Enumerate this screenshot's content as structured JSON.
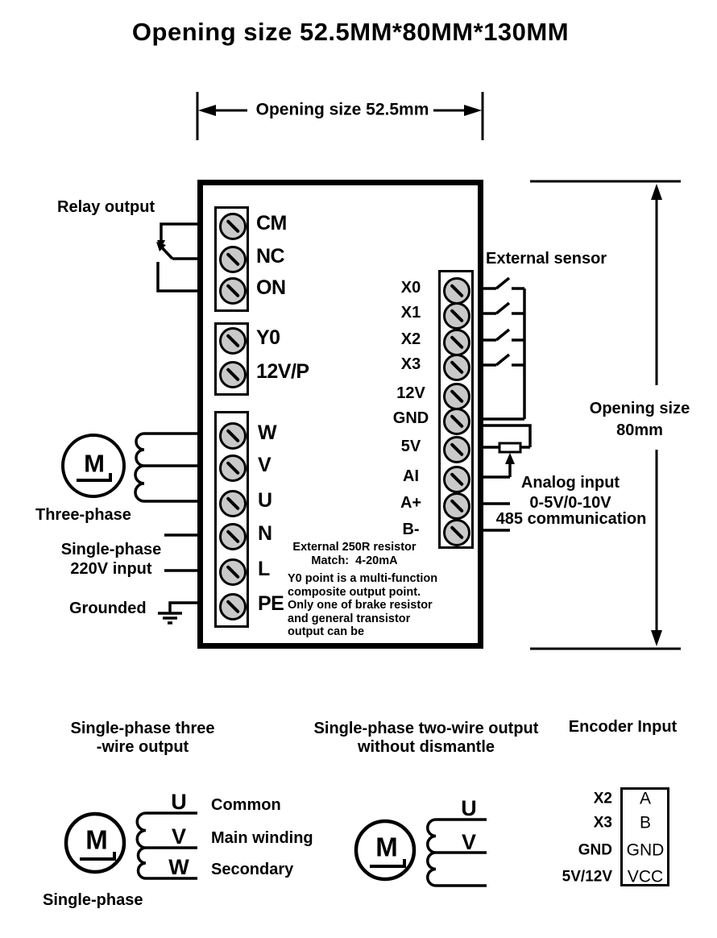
{
  "title": "Opening size 52.5MM*80MM*130MM",
  "dimensions": {
    "width_label": "Opening size 52.5mm",
    "height_label_line1": "Opening size",
    "height_label_line2": "80mm"
  },
  "device": {
    "main_motor": "M",
    "relay_block": {
      "labels": [
        "CM",
        "NC",
        "ON"
      ]
    },
    "output_block": {
      "labels": [
        "Y0",
        "12V/P"
      ]
    },
    "power_block": {
      "labels": [
        "W",
        "V",
        "U",
        "N",
        "L",
        "PE"
      ]
    },
    "io_block": {
      "labels": [
        "X0",
        "X1",
        "X2",
        "X3",
        "12V",
        "GND",
        "5V",
        "AI",
        "A+",
        "B-"
      ]
    },
    "notes": {
      "resistor_line1": "External 250R resistor",
      "resistor_line2": "Match:  4-20mA",
      "y0_line1": "Y0 point is a multi-function",
      "y0_line2": "composite output point.",
      "y0_line3": "Only one of brake resistor",
      "y0_line4": "and general transistor",
      "y0_line5": "output can be"
    }
  },
  "callouts": {
    "relay_output": "Relay output",
    "external_sensor": "External sensor",
    "analog_input_line1": "Analog input",
    "analog_input_line2": "0-5V/0-10V",
    "comm_485": "485 communication",
    "three_phase": "Three-phase",
    "single_phase_line1": "Single-phase",
    "single_phase_line2": "220V input",
    "grounded": "Grounded"
  },
  "bottom_section": {
    "three_wire": {
      "heading_line1": "Single-phase three",
      "heading_line2": "-wire output",
      "motor": "M",
      "terminals": [
        "U",
        "V",
        "W"
      ],
      "descriptions": [
        "Common",
        "Main winding",
        "Secondary"
      ],
      "caption": "Single-phase"
    },
    "two_wire": {
      "heading_line1": "Single-phase two-wire output",
      "heading_line2": "without dismantle",
      "motor": "M",
      "terminals": [
        "U",
        "V"
      ]
    },
    "encoder": {
      "heading": "Encoder Input",
      "rows": [
        {
          "input": "X2",
          "pin": "A"
        },
        {
          "input": "X3",
          "pin": "B"
        },
        {
          "input": "GND",
          "pin": "GND"
        },
        {
          "input": "5V/12V",
          "pin": "VCC"
        }
      ]
    }
  },
  "colors": {
    "line": "#000000",
    "screw_fill": "#c9c9c9",
    "background": "#ffffff"
  }
}
